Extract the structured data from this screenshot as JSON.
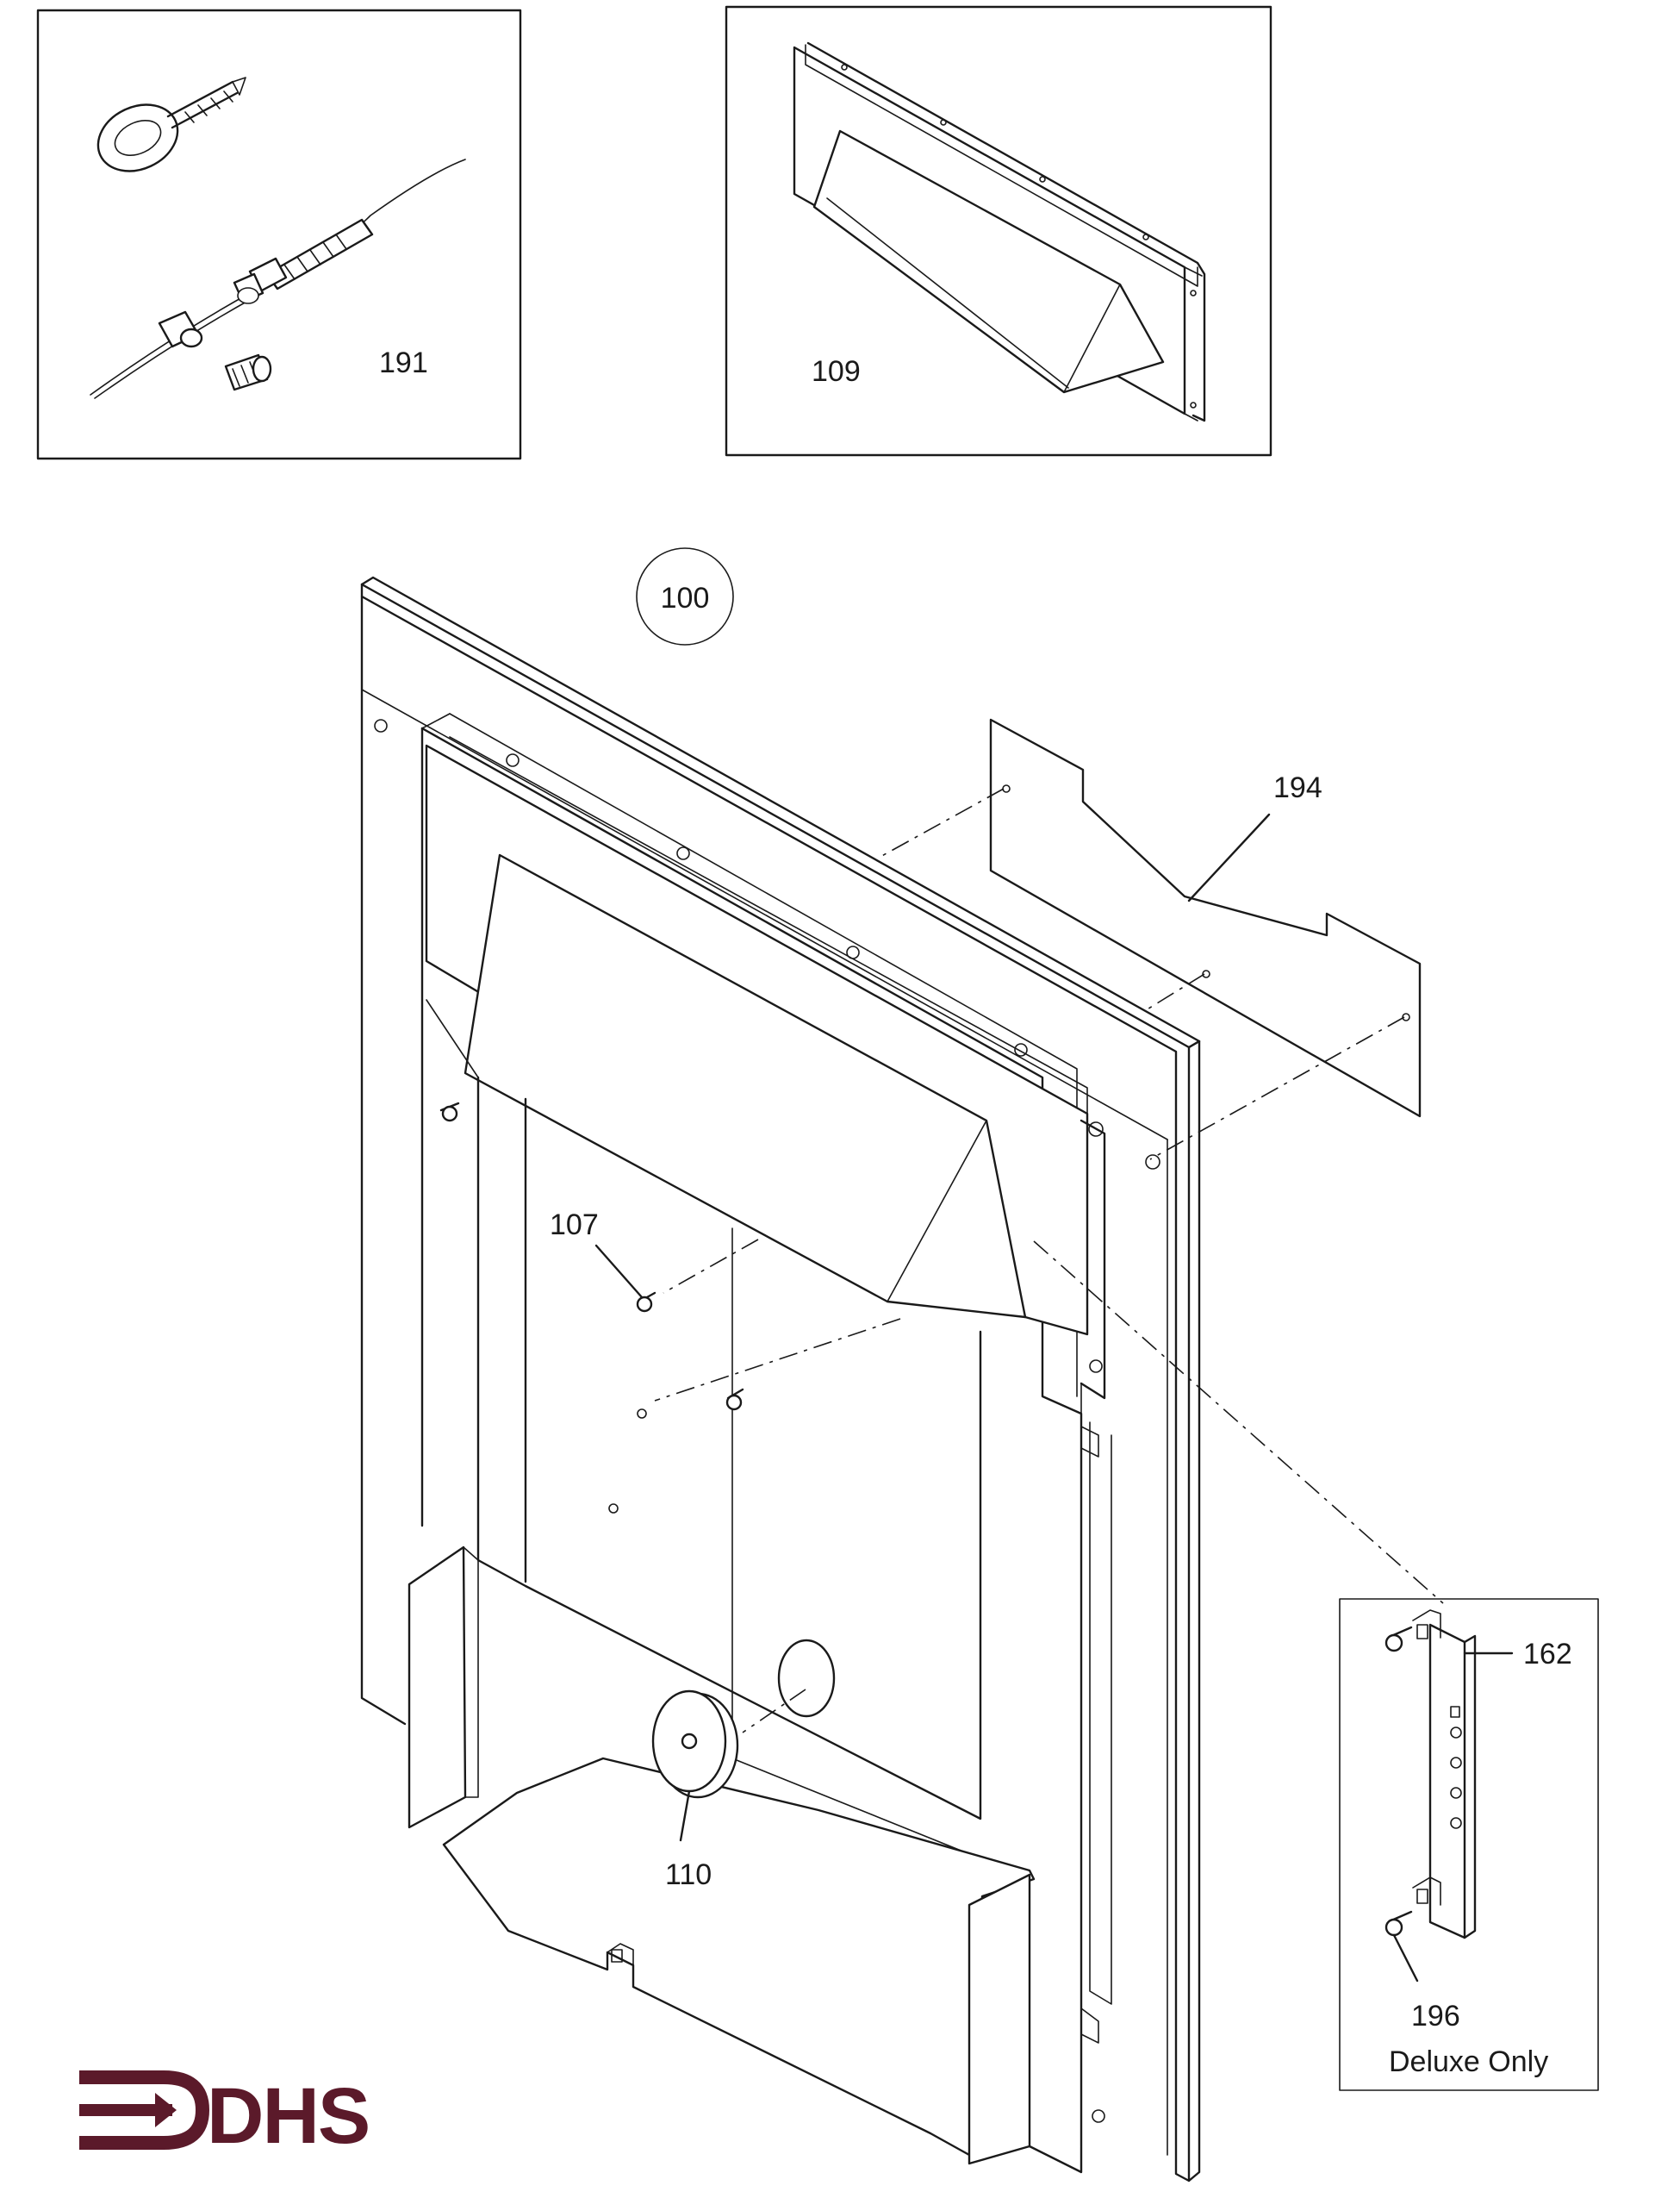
{
  "callouts": {
    "c191": "191",
    "c109": "109",
    "c100": "100",
    "c194": "194",
    "c107": "107",
    "c110": "110",
    "c162": "162",
    "c196": "196",
    "deluxe_note": "Deluxe Only"
  },
  "logo": {
    "text": "DHS",
    "color": "#5b1a2a"
  },
  "colors": {
    "ink": "#1a1a1a",
    "paper": "#ffffff"
  }
}
